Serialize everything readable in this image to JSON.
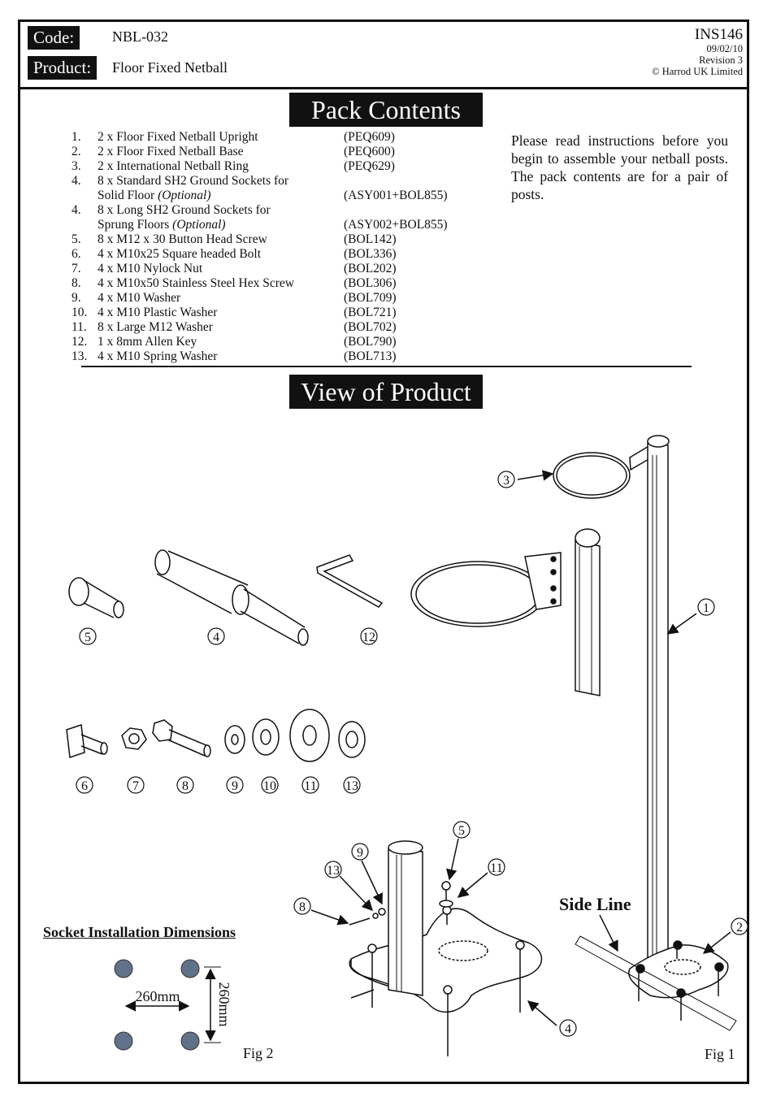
{
  "header": {
    "code_label": "Code:",
    "code_value": "NBL-032",
    "product_label": "Product:",
    "product_value": "Floor Fixed Netball",
    "doc_id": "INS146",
    "date": "09/02/10",
    "revision": "Revision 3",
    "copyright": "© Harrod UK Limited"
  },
  "pack_contents": {
    "title": "Pack Contents",
    "items": [
      {
        "num": "1.",
        "desc": "2 x Floor Fixed Netball Upright",
        "code": "(PEQ609)"
      },
      {
        "num": "2.",
        "desc": "2 x Floor Fixed Netball Base",
        "code": "(PEQ600)"
      },
      {
        "num": "3.",
        "desc": "2 x International Netball Ring",
        "code": "(PEQ629)"
      },
      {
        "num": "4.",
        "desc_line1": "8 x Standard SH2 Ground Sockets for",
        "desc_line2": "Solid Floor",
        "optional": "(Optional)",
        "code": "(ASY001+BOL855)"
      },
      {
        "num": "4.",
        "desc_line1": "8 x Long SH2 Ground Sockets for",
        "desc_line2": "Sprung Floors",
        "optional": "(Optional)",
        "code": "(ASY002+BOL855)"
      },
      {
        "num": "5.",
        "desc": "8 x M12 x 30 Button Head Screw",
        "code": "(BOL142)"
      },
      {
        "num": "6.",
        "desc": "4 x M10x25 Square headed Bolt",
        "code": "(BOL336)"
      },
      {
        "num": "7.",
        "desc": "4 x M10 Nylock Nut",
        "code": "(BOL202)"
      },
      {
        "num": "8.",
        "desc": "4 x M10x50 Stainless Steel Hex Screw",
        "code": "(BOL306)"
      },
      {
        "num": "9.",
        "desc": "4 x M10 Washer",
        "code": "(BOL709)"
      },
      {
        "num": "10.",
        "desc": "4 x M10 Plastic Washer",
        "code": "(BOL721)"
      },
      {
        "num": "11.",
        "desc": "8 x Large M12 Washer",
        "code": "(BOL702)"
      },
      {
        "num": "12.",
        "desc": "1 x 8mm Allen Key",
        "code": "(BOL790)"
      },
      {
        "num": "13.",
        "desc": "4 x M10 Spring Washer",
        "code": "(BOL713)"
      }
    ],
    "note": "Please read instructions before you begin to assemble your netball posts. The pack contents are for a pair of posts."
  },
  "view_of_product": {
    "title": "View of Product",
    "callouts": {
      "c1": "1",
      "c2": "2",
      "c3": "3",
      "c4": "4",
      "c4b": "4",
      "c5": "5",
      "c5b": "5",
      "c6": "6",
      "c7": "7",
      "c8": "8",
      "c8b": "8",
      "c9": "9",
      "c9b": "9",
      "c10": "10",
      "c11": "11",
      "c11b": "11",
      "c12": "12",
      "c13": "13",
      "c13b": "13"
    },
    "side_line": "Side Line",
    "socket_title": "Socket Installation Dimensions",
    "dim_horizontal": "260mm",
    "dim_vertical": "260mm",
    "fig1": "Fig 1",
    "fig2": "Fig 2"
  }
}
